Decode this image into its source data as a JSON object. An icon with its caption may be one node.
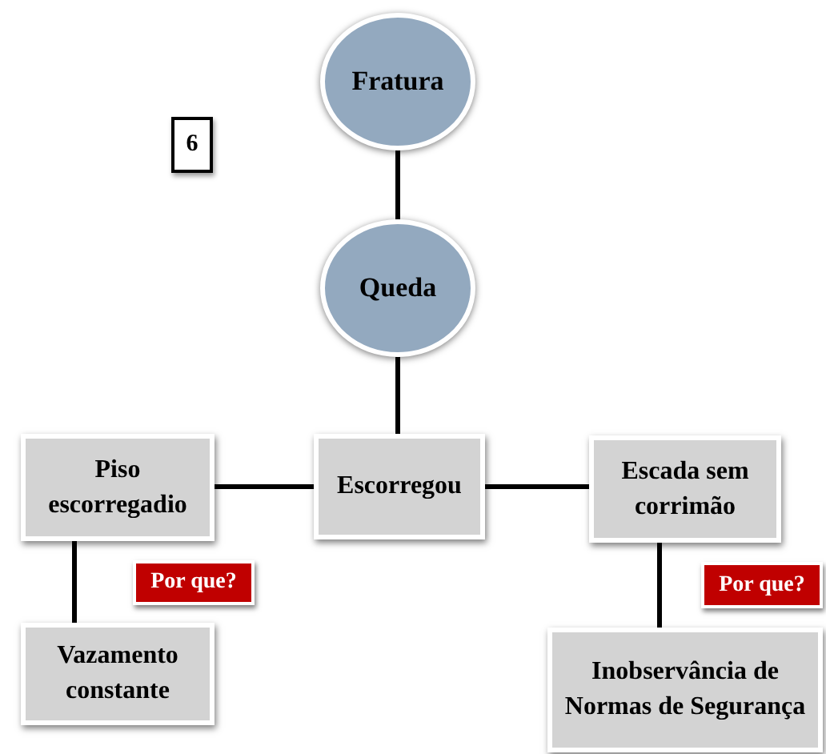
{
  "diagram": {
    "nodes": [
      {
        "text": [
          "Fratura"
        ]
      },
      {
        "text": [
          "6"
        ]
      },
      {
        "text": [
          "Queda"
        ]
      },
      {
        "text": [
          "Piso escorregadio"
        ]
      },
      {
        "text": [
          "Escorregou"
        ]
      },
      {
        "text": [
          "Escada sem corrimão"
        ]
      },
      {
        "text": [
          "Por que?"
        ]
      },
      {
        "text": [
          "Vazamento constante"
        ]
      },
      {
        "text": [
          "Por que?"
        ]
      },
      {
        "text": [
          "Inobservância de Normas de Segurança"
        ]
      }
    ],
    "edges": [
      {
        "from": 0,
        "to": 2,
        "arrow": "none"
      },
      {
        "from": 2,
        "to": 4,
        "arrow": "none"
      },
      {
        "from": 4,
        "to": 3,
        "arrow": "none"
      },
      {
        "from": 4,
        "to": 5,
        "arrow": "none"
      },
      {
        "from": 3,
        "to": 7,
        "arrow": "none"
      },
      {
        "from": 5,
        "to": 9,
        "arrow": "none"
      }
    ]
  }
}
